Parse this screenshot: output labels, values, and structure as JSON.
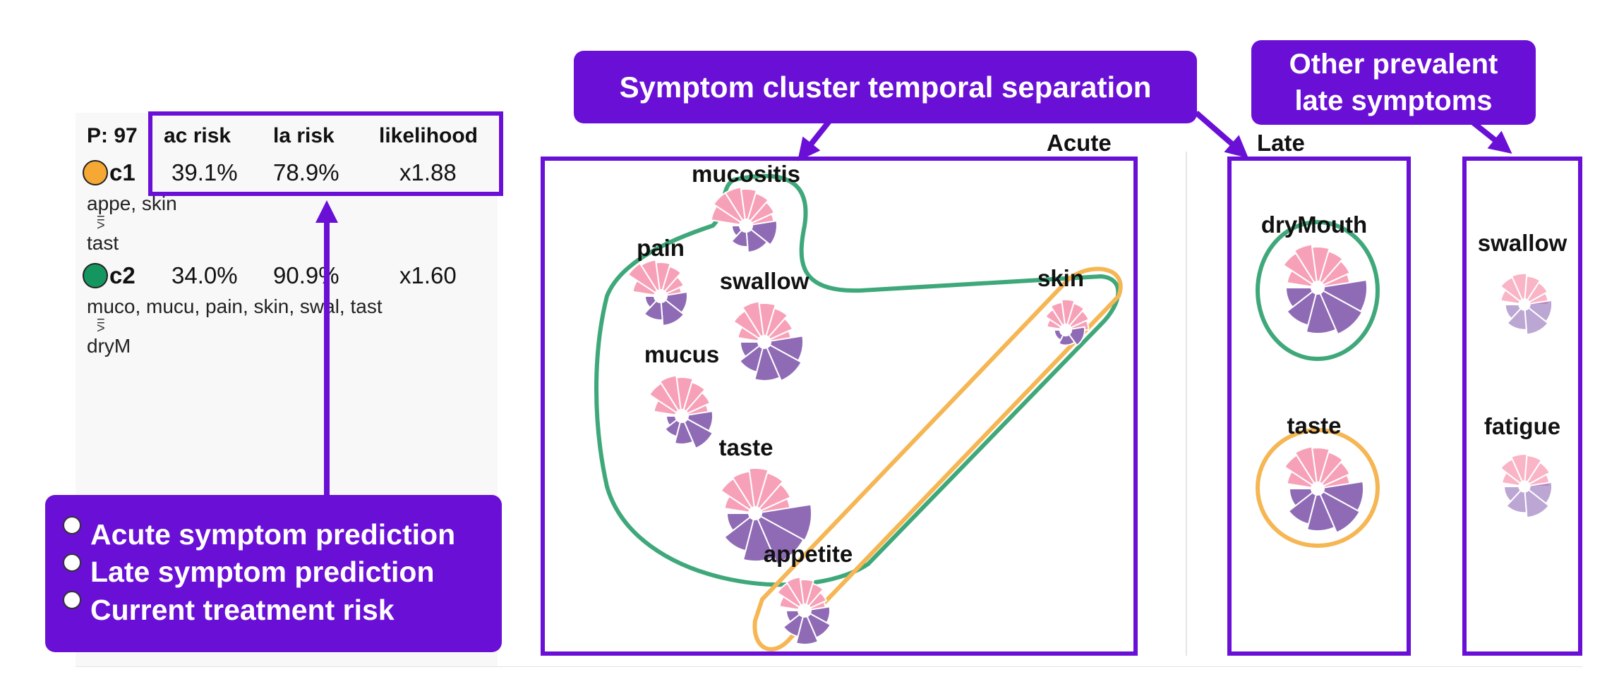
{
  "table": {
    "patient": "P: 97",
    "headers": [
      "ac risk",
      "la risk",
      "likelihood"
    ],
    "clusters": [
      {
        "id": "c1",
        "color": "#f5a833",
        "ac_risk": "39.1%",
        "la_risk": "78.9%",
        "likelihood": "x1.88",
        "acute_symptoms": "appe, skin",
        "arrow": "=\n>",
        "late_symptoms": "tast"
      },
      {
        "id": "c2",
        "color": "#159660",
        "ac_risk": "34.0%",
        "la_risk": "90.9%",
        "likelihood": "x1.60",
        "acute_symptoms": "muco, mucu, pain, skin, swal, tast",
        "arrow": "=\n>",
        "late_symptoms": "dryM"
      }
    ]
  },
  "callouts": {
    "temporal": "Symptom cluster temporal separation",
    "other_late_line1": "Other prevalent",
    "other_late_line2": "late symptoms"
  },
  "legend": {
    "items": [
      "Acute symptom prediction",
      "Late symptom prediction",
      "Current treatment risk"
    ]
  },
  "sections": {
    "acute": "Acute",
    "late": "Late"
  },
  "glyphs": {
    "acute": [
      "mucositis",
      "pain",
      "swallow",
      "mucus",
      "taste",
      "appetite",
      "skin"
    ],
    "late_cluster": [
      "dryMouth",
      "taste"
    ],
    "other_late": [
      "swallow",
      "fatigue"
    ]
  },
  "colors": {
    "accent": "#6a0fd6",
    "cluster_c1": "#f5a833",
    "cluster_c2": "#3fa87a",
    "acute_pred": "#f7a1b8",
    "late_pred": "#8f6bb5"
  }
}
